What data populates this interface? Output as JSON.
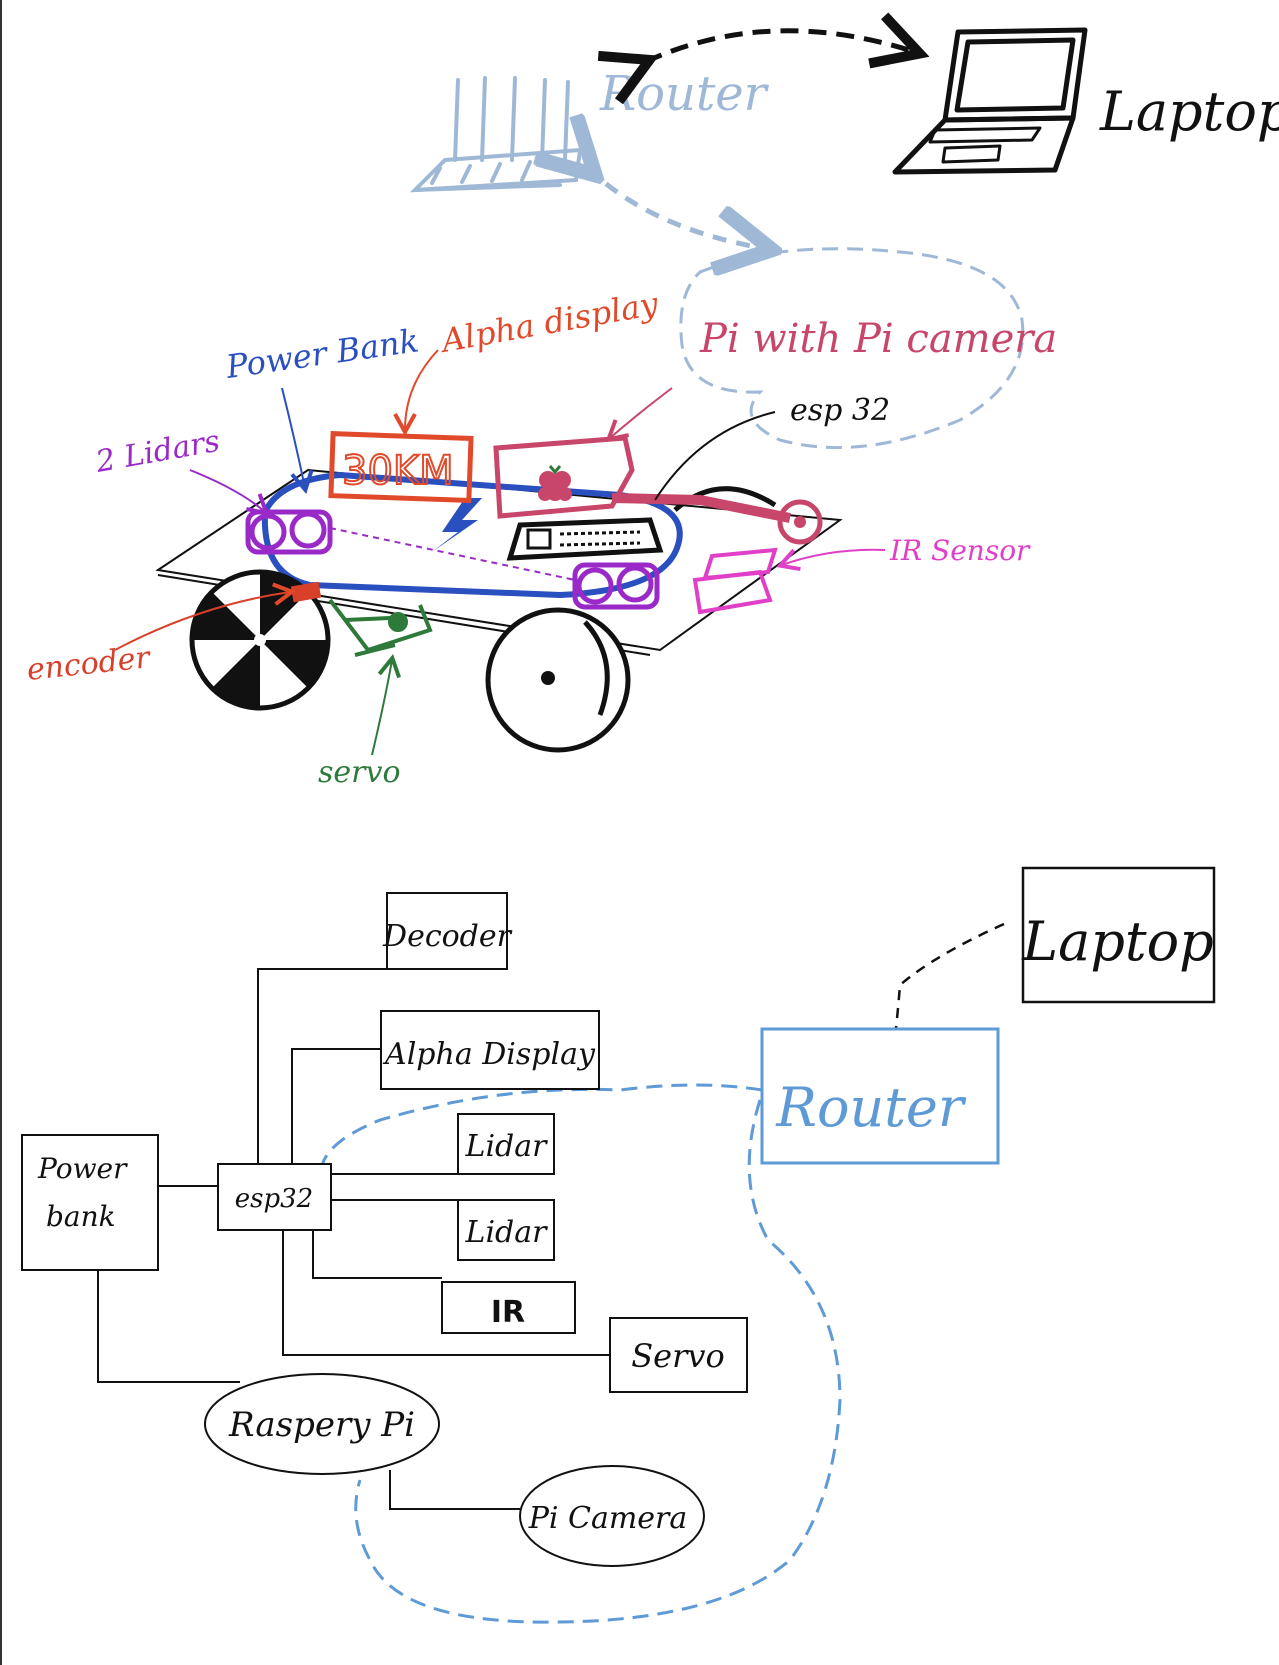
{
  "sketch": {
    "router_label": "Router",
    "laptop_label": "Laptop",
    "pi_label": "Pi with Pi camera",
    "esp32_label": "esp 32",
    "power_bank_label": "Power Bank",
    "alpha_display_label": "Alpha display",
    "display_readout": "30KM",
    "lidars_label": "2 Lidars",
    "ir_sensor_label": "IR Sensor",
    "encoder_label": "encoder",
    "servo_label": "servo"
  },
  "block_diagram": {
    "decoder": "Decoder",
    "alpha_display": "Alpha Display",
    "lidar_1": "Lidar",
    "lidar_2": "Lidar",
    "ir": "IR",
    "servo": "Servo",
    "esp32": "esp32",
    "power_bank_line1": "Power",
    "power_bank_line2": "bank",
    "raspberry_pi": "Raspery Pi",
    "pi_camera": "Pi Camera",
    "router": "Router",
    "laptop": "Laptop"
  },
  "colors": {
    "ink": "#111111",
    "router_sketch": "#9fb8d6",
    "router_box": "#5d9ad6",
    "pi": "#c8466a",
    "power_bank": "#2a4fbf",
    "alpha_display": "#e04a2a",
    "lidars": "#9a2ac8",
    "ir": "#e040c8",
    "encoder": "#d8402a",
    "servo": "#2e7a3a"
  }
}
